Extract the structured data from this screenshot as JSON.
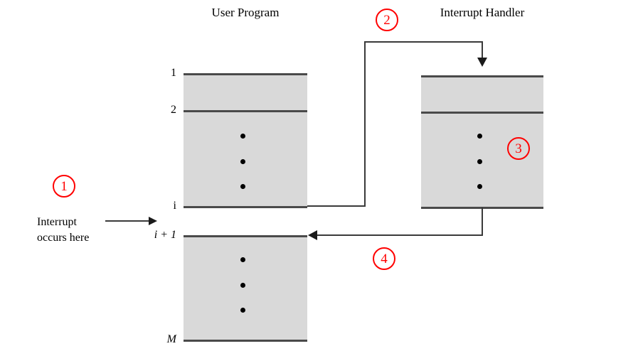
{
  "diagram": {
    "title_user_program": "User Program",
    "title_interrupt_handler": "Interrupt Handler",
    "caption_line1": "Interrupt",
    "caption_line2": "occurs here",
    "accent_color": "#ff0000",
    "band_fill": "#d9d9d9",
    "rule_color": "#4a4a4a",
    "connector_color": "#3a3a3a"
  },
  "user_program": {
    "row_labels": {
      "first": "1",
      "second": "2",
      "i": "i",
      "i_plus_1": "i + 1",
      "last": "M"
    }
  },
  "steps": [
    {
      "id": "step-1",
      "label": "1"
    },
    {
      "id": "step-2",
      "label": "2"
    },
    {
      "id": "step-3",
      "label": "3"
    },
    {
      "id": "step-4",
      "label": "4"
    }
  ]
}
